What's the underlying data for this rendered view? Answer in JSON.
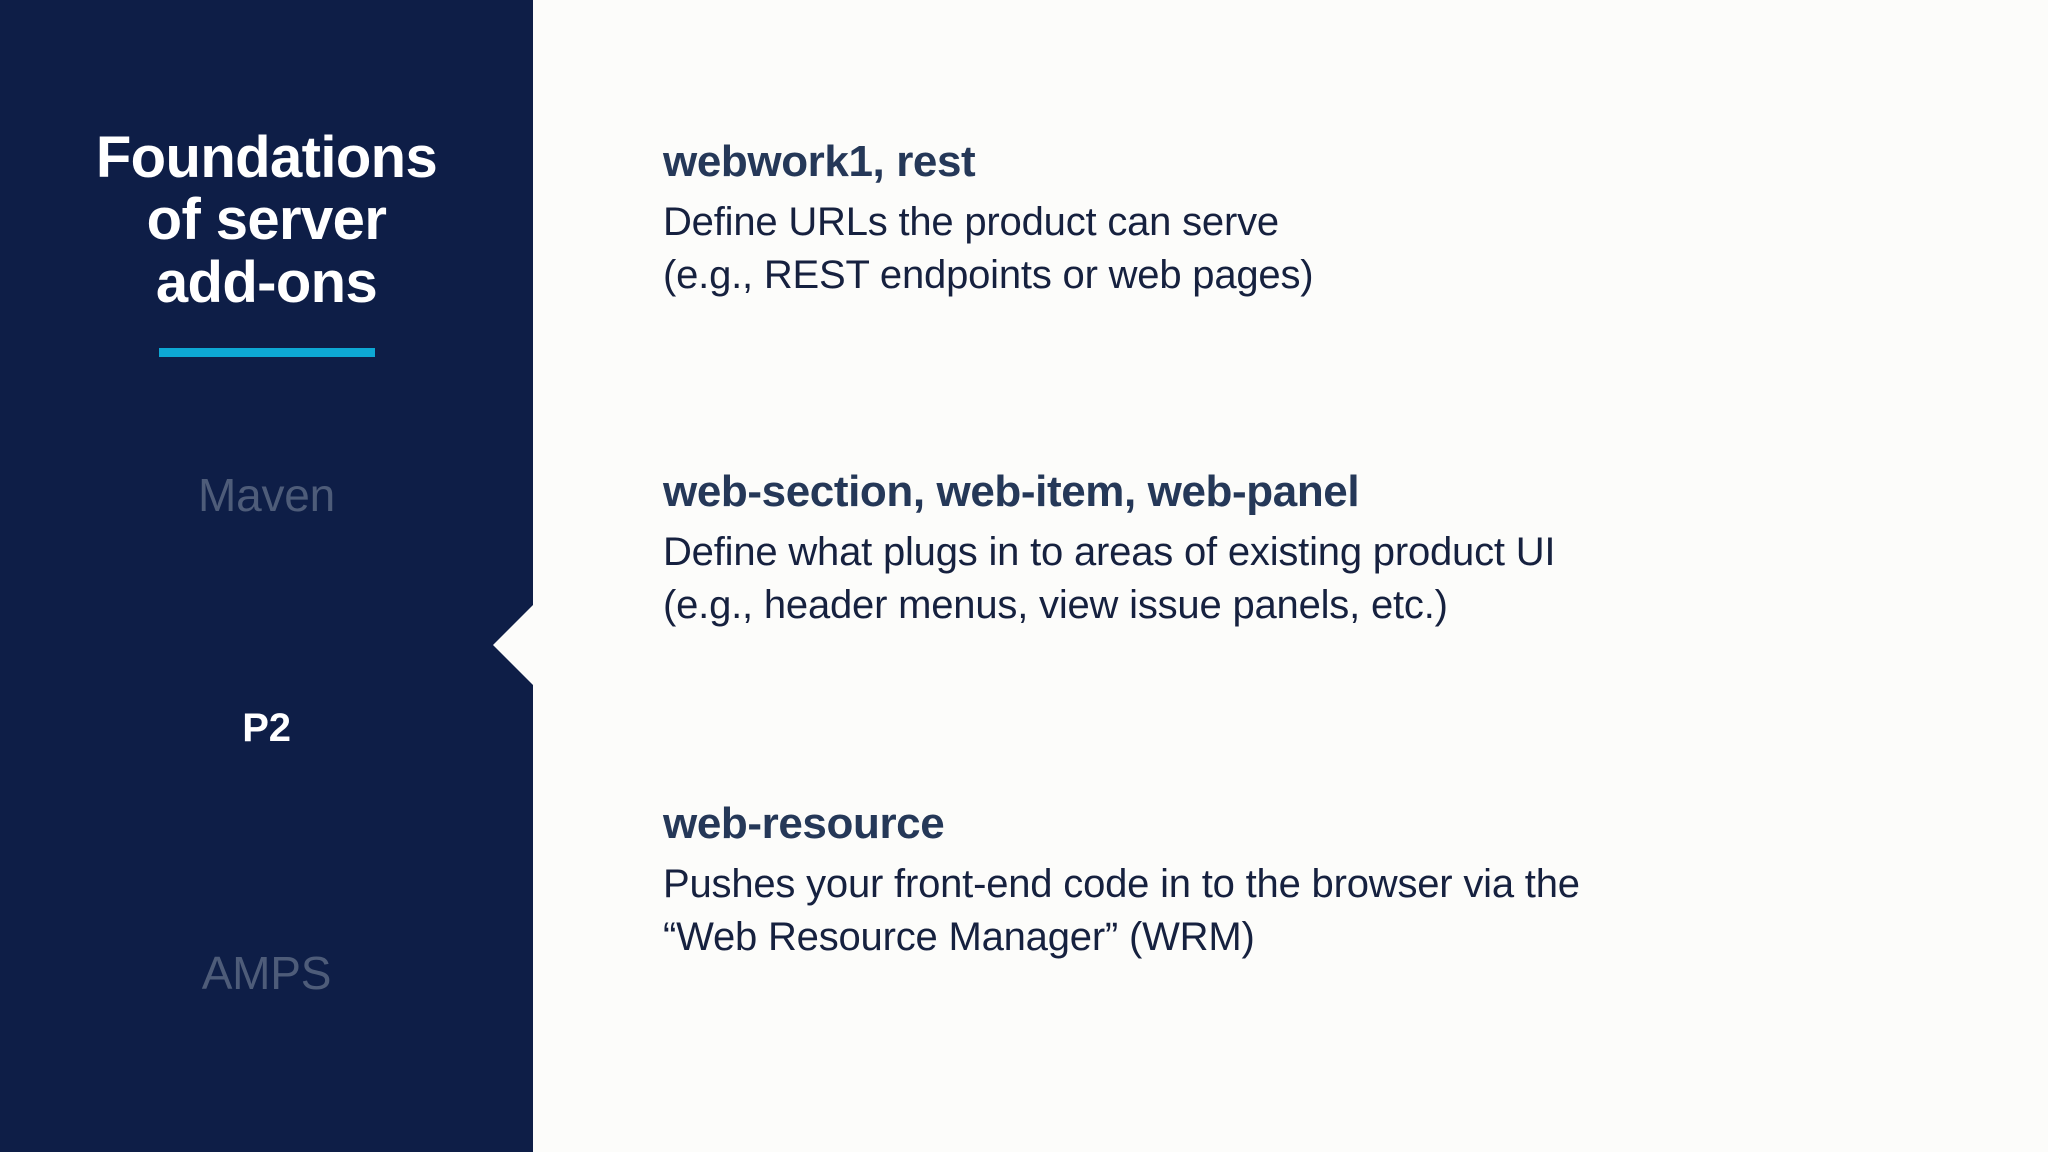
{
  "slide": {
    "background_color": "#FCFCFA"
  },
  "sidebar": {
    "background_color": "#0E1E47",
    "accent_color": "#0DA8D4",
    "title_lines": [
      "Foundations",
      "of server",
      "add-ons"
    ],
    "title_text": "Foundations of server add-ons",
    "nav_items": [
      {
        "label": "Maven",
        "state": "inactive"
      },
      {
        "label": "P2",
        "state": "active"
      },
      {
        "label": "AMPS",
        "state": "inactive"
      }
    ],
    "active_indicator": "arrow-notch"
  },
  "content": {
    "heading_color": "#253858",
    "body_color": "#16213F",
    "blocks": [
      {
        "heading": "webwork1, rest",
        "desc_lines": [
          "Define URLs the product can serve",
          "(e.g., REST endpoints or web pages)"
        ]
      },
      {
        "heading": "web-section, web-item, web-panel",
        "desc_lines": [
          "Define what plugs in to areas of existing product UI",
          "(e.g., header menus, view issue panels, etc.)"
        ]
      },
      {
        "heading": "web-resource",
        "desc_lines": [
          "Pushes your front-end code in to the browser via the",
          "“Web Resource Manager” (WRM)"
        ]
      }
    ]
  }
}
